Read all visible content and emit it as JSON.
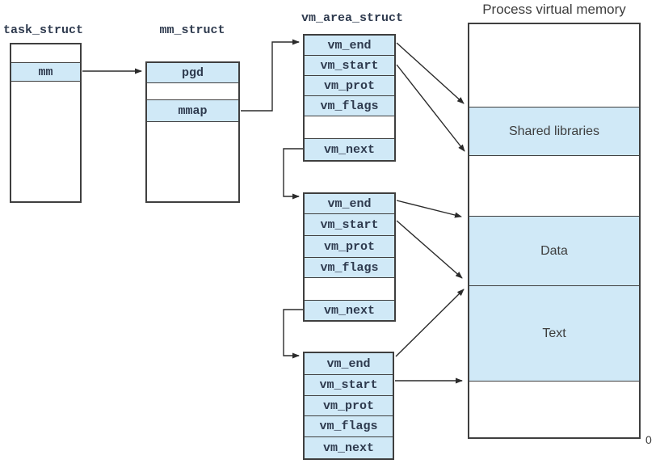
{
  "title": "Process virtual memory",
  "task_struct": {
    "label": "task_struct",
    "field_mm": "mm"
  },
  "mm_struct": {
    "label": "mm_struct",
    "field_pgd": "pgd",
    "field_mmap": "mmap"
  },
  "vm_area_struct": {
    "label": "vm_area_struct",
    "vmas": [
      {
        "rows": [
          "vm_end",
          "vm_start",
          "vm_prot",
          "vm_flags",
          "vm_next"
        ],
        "has_blank_row": true
      },
      {
        "rows": [
          "vm_end",
          "vm_start",
          "vm_prot",
          "vm_flags",
          "vm_next"
        ],
        "has_blank_row": true
      },
      {
        "rows": [
          "vm_end",
          "vm_start",
          "vm_prot",
          "vm_flags",
          "vm_next"
        ],
        "has_blank_row": false
      }
    ]
  },
  "memory": {
    "regions": {
      "shared": "Shared libraries",
      "data": "Data",
      "text": "Text"
    },
    "zero": "0"
  },
  "colors": {
    "fill": "#d0e9f7",
    "border": "#3f3f3f",
    "arrow": "#2b2b2b",
    "mono-text": "#2e3a4e",
    "sans-text": "#3d3d3d"
  }
}
